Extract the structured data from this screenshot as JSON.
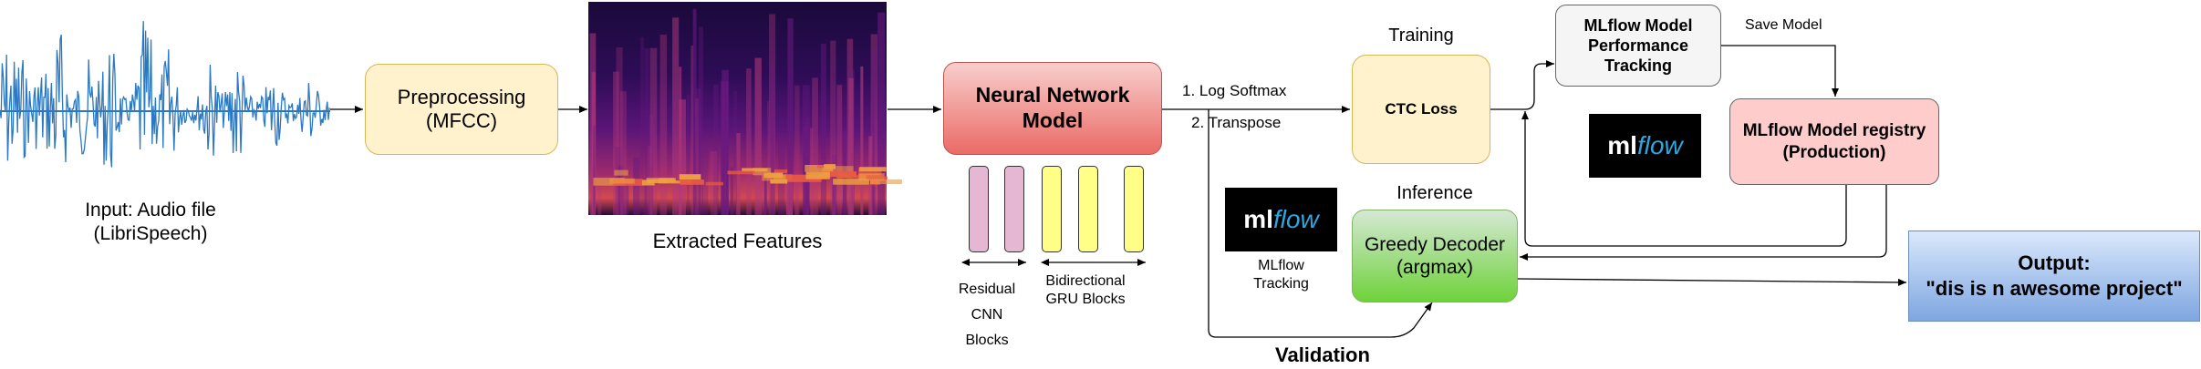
{
  "input": {
    "line1": "Input: Audio file",
    "line2": "(LibriSpeech)"
  },
  "preprocessing": {
    "line1": "Preprocessing",
    "line2": "(MFCC)"
  },
  "features": {
    "label": "Extracted Features"
  },
  "neural_network": {
    "line1": "Neural Network",
    "line2": "Model"
  },
  "transforms": {
    "step1": "1. Log Softmax",
    "step2": "2. Transpose"
  },
  "blocks": {
    "residual": {
      "line1": "Residual",
      "line2": "CNN",
      "line3": "Blocks",
      "count": 2
    },
    "gru": {
      "line1": "Bidirectional",
      "line2": "GRU Blocks",
      "count": 3
    }
  },
  "training": {
    "title": "Training",
    "box": "CTC Loss"
  },
  "inference": {
    "title": "Inference",
    "line1": "Greedy Decoder",
    "line2": "(argmax)"
  },
  "validation": {
    "label": "Validation"
  },
  "mlflow_tracking": {
    "line1": "MLflow",
    "line2": "Tracking"
  },
  "logo": {
    "ml": "ml",
    "flow": "flow"
  },
  "performance": {
    "line1": "MLflow Model",
    "line2": "Performance",
    "line3": "Tracking"
  },
  "save_model": {
    "label": "Save Model"
  },
  "registry": {
    "line1": "MLflow Model registry",
    "line2": "(Production)"
  },
  "output": {
    "line1": "Output:",
    "line2": "\"dis is n awesome project\""
  },
  "colors": {
    "waveform": "#2b79c2",
    "preprocessing_fill": "#fff2cc",
    "preprocessing_stroke": "#d6b656",
    "nn_fill_top": "#f8cecc",
    "nn_fill_bottom": "#ea6b66",
    "nn_stroke": "#b85450",
    "residual_fill": "#e6b7d2",
    "gru_fill": "#ffff88",
    "ctc_fill": "#fff2cc",
    "decoder_fill_top": "#d5e8d4",
    "decoder_fill_bottom": "#6ed23a",
    "decoder_stroke": "#82b366",
    "perf_fill": "#f5f5f5",
    "registry_fill": "#ffcccc",
    "output_fill_top": "#dae8fc",
    "output_fill_bottom": "#7ea6e0",
    "output_stroke": "#6c8ebf",
    "mlflow_blue": "#2ea6df"
  }
}
